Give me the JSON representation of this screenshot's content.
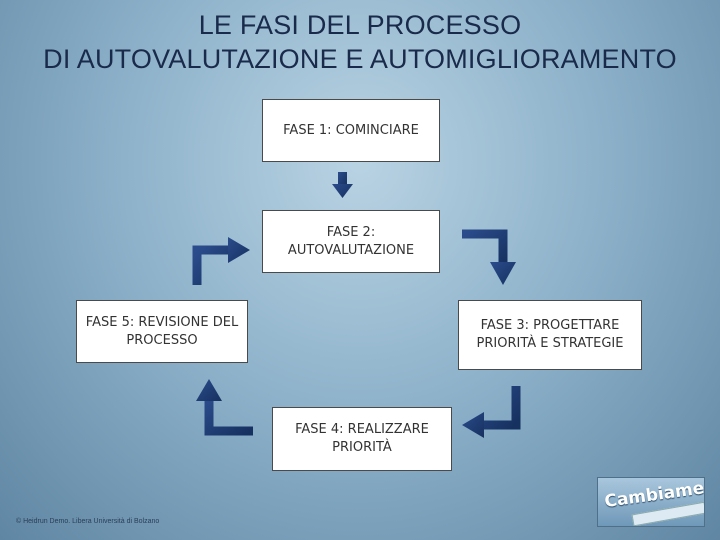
{
  "title": {
    "line1": "LE FASI DEL PROCESSO",
    "line2": "DI AUTOVALUTAZIONE E AUTOMIGLIORAMENTO"
  },
  "phases": {
    "phase1": "FASE 1: COMINCIARE",
    "phase2": "FASE 2: AUTOVALUTAZIONE",
    "phase3": "FASE 3: PROGETTARE PRIORITÀ E STRATEGIE",
    "phase4": "FASE 4: REALIZZARE PRIORITÀ",
    "phase5": "FASE 5: REVISIONE DEL PROCESSO"
  },
  "footer": "© Heidrun Demo. Libera Università di Bolzano",
  "logo": {
    "text": "Cambiamente"
  },
  "colors": {
    "background": "#8fb3cb",
    "arrow": "#1f3a73",
    "title": "#1a2a4a",
    "box_border": "#4a4a4a"
  }
}
